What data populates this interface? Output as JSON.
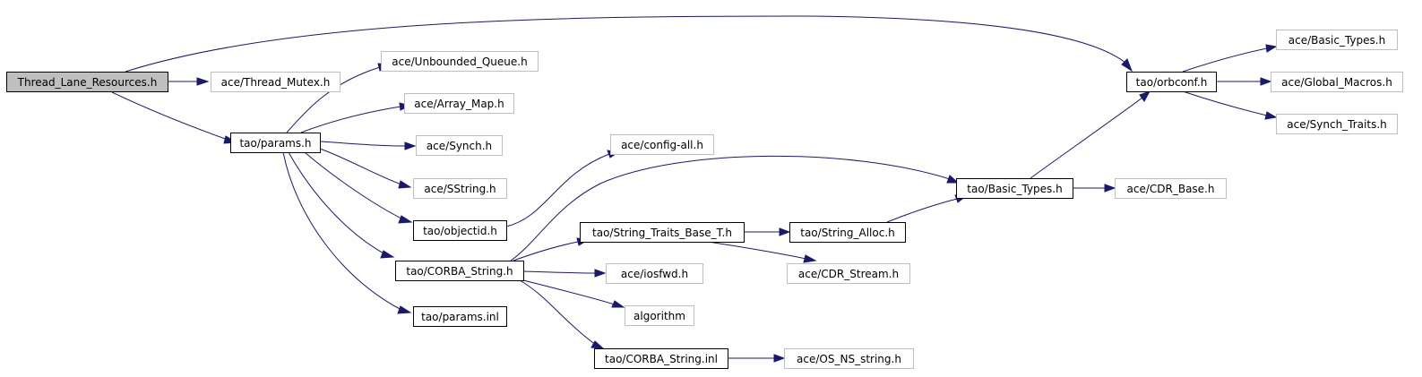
{
  "graph": {
    "nodes": [
      {
        "id": "thread_lane_resources",
        "label": "Thread_Lane_Resources.h",
        "kind": "root"
      },
      {
        "id": "ace_thread_mutex",
        "label": "ace/Thread_Mutex.h",
        "kind": "external"
      },
      {
        "id": "tao_params_h",
        "label": "tao/params.h",
        "kind": "internal"
      },
      {
        "id": "ace_unbounded_queue",
        "label": "ace/Unbounded_Queue.h",
        "kind": "external"
      },
      {
        "id": "ace_array_map",
        "label": "ace/Array_Map.h",
        "kind": "external"
      },
      {
        "id": "ace_synch",
        "label": "ace/Synch.h",
        "kind": "external"
      },
      {
        "id": "ace_sstring",
        "label": "ace/SString.h",
        "kind": "external"
      },
      {
        "id": "tao_objectid",
        "label": "tao/objectid.h",
        "kind": "internal"
      },
      {
        "id": "tao_corba_string_h",
        "label": "tao/CORBA_String.h",
        "kind": "internal"
      },
      {
        "id": "tao_params_inl",
        "label": "tao/params.inl",
        "kind": "internal"
      },
      {
        "id": "ace_config_all",
        "label": "ace/config-all.h",
        "kind": "external"
      },
      {
        "id": "tao_string_traits_base",
        "label": "tao/String_Traits_Base_T.h",
        "kind": "internal"
      },
      {
        "id": "ace_iosfwd",
        "label": "ace/iosfwd.h",
        "kind": "external"
      },
      {
        "id": "algorithm",
        "label": "algorithm",
        "kind": "external"
      },
      {
        "id": "tao_corba_string_inl",
        "label": "tao/CORBA_String.inl",
        "kind": "internal"
      },
      {
        "id": "tao_string_alloc",
        "label": "tao/String_Alloc.h",
        "kind": "internal"
      },
      {
        "id": "ace_cdr_stream",
        "label": "ace/CDR_Stream.h",
        "kind": "external"
      },
      {
        "id": "ace_os_ns_string",
        "label": "ace/OS_NS_string.h",
        "kind": "external"
      },
      {
        "id": "tao_basic_types",
        "label": "tao/Basic_Types.h",
        "kind": "internal"
      },
      {
        "id": "ace_cdr_base",
        "label": "ace/CDR_Base.h",
        "kind": "external"
      },
      {
        "id": "tao_orbconf",
        "label": "tao/orbconf.h",
        "kind": "internal"
      },
      {
        "id": "ace_basic_types",
        "label": "ace/Basic_Types.h",
        "kind": "external"
      },
      {
        "id": "ace_global_macros",
        "label": "ace/Global_Macros.h",
        "kind": "external"
      },
      {
        "id": "ace_synch_traits",
        "label": "ace/Synch_Traits.h",
        "kind": "external"
      }
    ],
    "edges": [
      {
        "from": "thread_lane_resources",
        "to": "ace_thread_mutex"
      },
      {
        "from": "thread_lane_resources",
        "to": "tao_params_h"
      },
      {
        "from": "thread_lane_resources",
        "to": "tao_orbconf"
      },
      {
        "from": "tao_params_h",
        "to": "ace_unbounded_queue"
      },
      {
        "from": "tao_params_h",
        "to": "ace_array_map"
      },
      {
        "from": "tao_params_h",
        "to": "ace_synch"
      },
      {
        "from": "tao_params_h",
        "to": "ace_sstring"
      },
      {
        "from": "tao_params_h",
        "to": "tao_objectid"
      },
      {
        "from": "tao_params_h",
        "to": "tao_corba_string_h"
      },
      {
        "from": "tao_params_h",
        "to": "tao_params_inl"
      },
      {
        "from": "tao_objectid",
        "to": "ace_config_all"
      },
      {
        "from": "tao_corba_string_h",
        "to": "tao_basic_types"
      },
      {
        "from": "tao_corba_string_h",
        "to": "tao_string_traits_base"
      },
      {
        "from": "tao_corba_string_h",
        "to": "ace_iosfwd"
      },
      {
        "from": "tao_corba_string_h",
        "to": "algorithm"
      },
      {
        "from": "tao_corba_string_h",
        "to": "tao_corba_string_inl"
      },
      {
        "from": "tao_string_traits_base",
        "to": "tao_string_alloc"
      },
      {
        "from": "tao_string_traits_base",
        "to": "ace_cdr_stream"
      },
      {
        "from": "tao_string_alloc",
        "to": "tao_basic_types"
      },
      {
        "from": "tao_corba_string_inl",
        "to": "ace_os_ns_string"
      },
      {
        "from": "tao_basic_types",
        "to": "ace_cdr_base"
      },
      {
        "from": "tao_basic_types",
        "to": "tao_orbconf"
      },
      {
        "from": "tao_orbconf",
        "to": "ace_basic_types"
      },
      {
        "from": "tao_orbconf",
        "to": "ace_global_macros"
      },
      {
        "from": "tao_orbconf",
        "to": "ace_synch_traits"
      }
    ]
  },
  "colors": {
    "edge": "#191970",
    "root_fill": "#bfbfbf",
    "external_border": "#bfbfbf",
    "internal_border": "#000000"
  }
}
